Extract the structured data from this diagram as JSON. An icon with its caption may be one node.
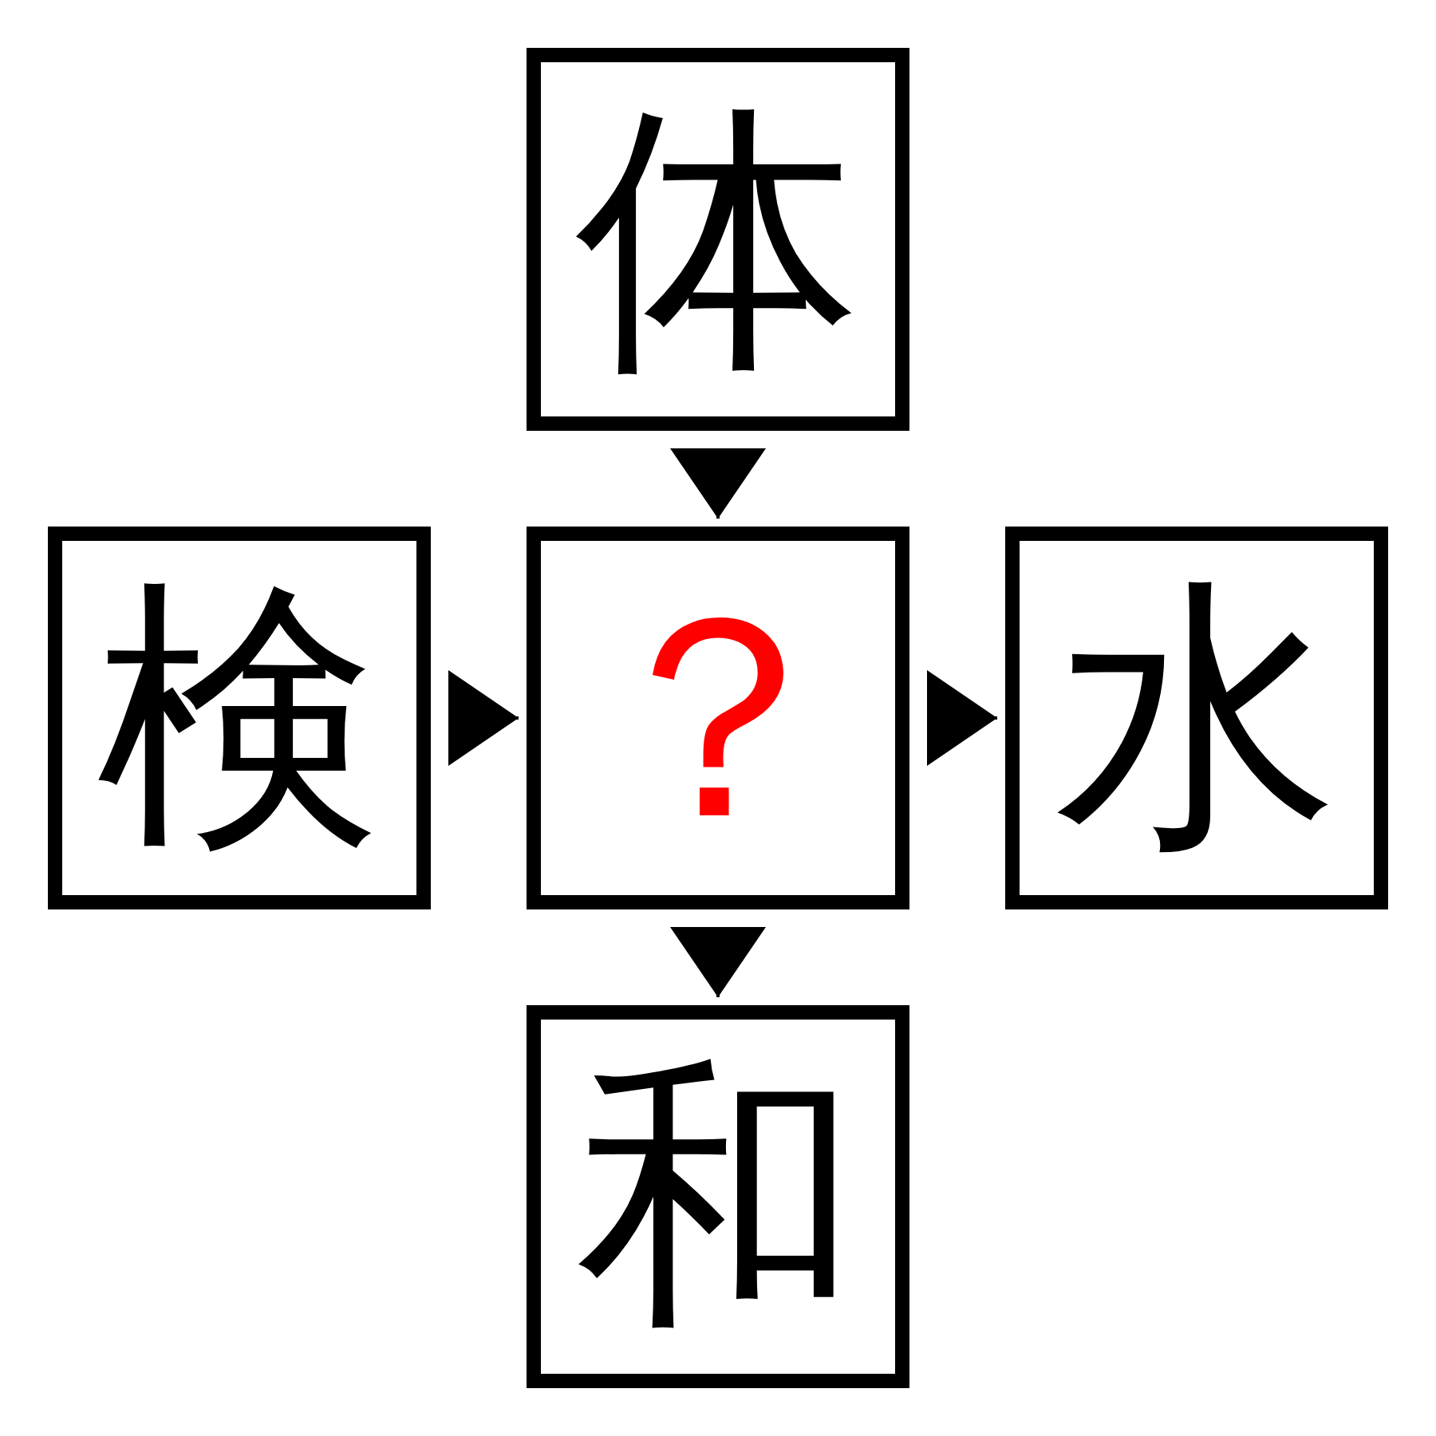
{
  "diagram": {
    "nodes": [
      {
        "text": [
          "体"
        ]
      },
      {
        "text": [
          "検"
        ]
      },
      {
        "text": [
          "？"
        ]
      },
      {
        "text": [
          "水"
        ]
      },
      {
        "text": [
          "和"
        ]
      }
    ],
    "edges": [
      {
        "from": 0,
        "to": 2,
        "arrow": "to"
      },
      {
        "from": 1,
        "to": 2,
        "arrow": "to"
      },
      {
        "from": 2,
        "to": 3,
        "arrow": "to"
      },
      {
        "from": 2,
        "to": 4,
        "arrow": "to"
      }
    ]
  }
}
